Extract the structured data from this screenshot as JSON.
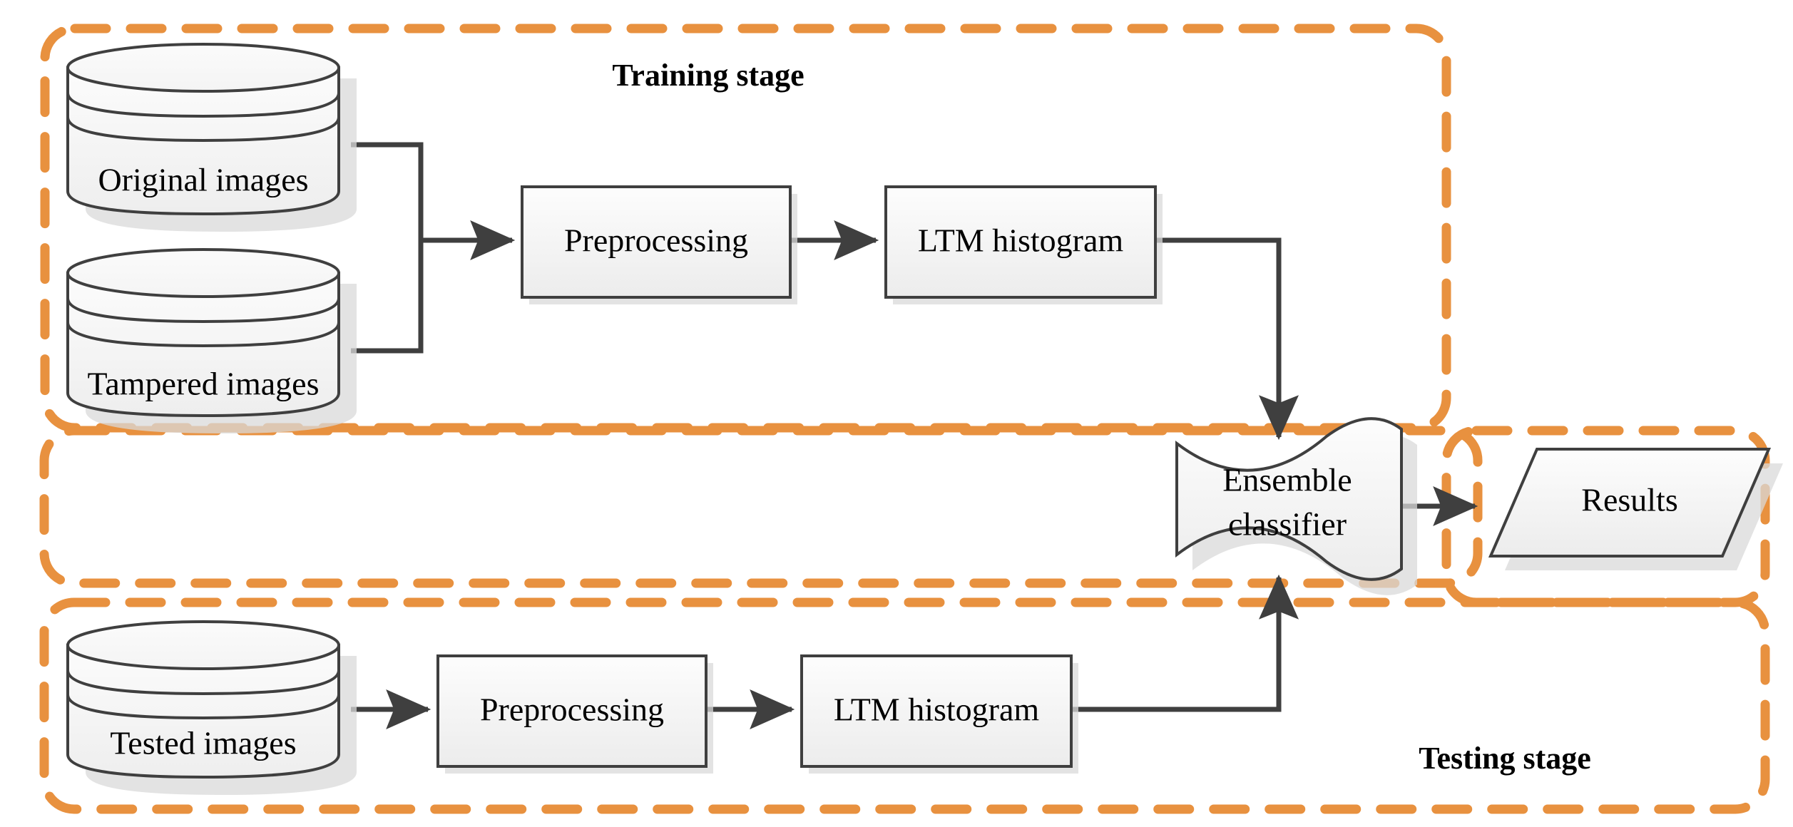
{
  "figure": {
    "type": "flowchart",
    "title": "Training and Testing stage pipeline",
    "accent_color": "#E8913F",
    "line_color": "#3f3f3f",
    "shape_fill_top": "#fdfdfd",
    "shape_fill_bottom": "#eeeeee"
  },
  "stages": [
    {
      "id": "training",
      "label": "Training stage"
    },
    {
      "id": "testing",
      "label": "Testing stage"
    }
  ],
  "nodes": {
    "original_images": {
      "label": "Original images",
      "shape": "cylinder"
    },
    "tampered_images": {
      "label": "Tampered images",
      "shape": "cylinder"
    },
    "tested_images": {
      "label": "Tested images",
      "shape": "cylinder"
    },
    "train_preprocessing": {
      "label": "Preprocessing",
      "shape": "rectangle"
    },
    "train_ltm": {
      "label": "LTM histogram",
      "shape": "rectangle"
    },
    "test_preprocessing": {
      "label": "Preprocessing",
      "shape": "rectangle"
    },
    "test_ltm": {
      "label": "LTM histogram",
      "shape": "rectangle"
    },
    "ensemble_classifier": {
      "label_line1": "Ensemble",
      "label_line2": "classifier",
      "shape": "wave-document"
    },
    "results": {
      "label": "Results",
      "shape": "parallelogram"
    }
  },
  "edges": [
    {
      "from": "original_images",
      "to": "train_preprocessing"
    },
    {
      "from": "tampered_images",
      "to": "train_preprocessing"
    },
    {
      "from": "train_preprocessing",
      "to": "train_ltm"
    },
    {
      "from": "train_ltm",
      "to": "ensemble_classifier"
    },
    {
      "from": "tested_images",
      "to": "test_preprocessing"
    },
    {
      "from": "test_preprocessing",
      "to": "test_ltm"
    },
    {
      "from": "test_ltm",
      "to": "ensemble_classifier"
    },
    {
      "from": "ensemble_classifier",
      "to": "results"
    }
  ]
}
